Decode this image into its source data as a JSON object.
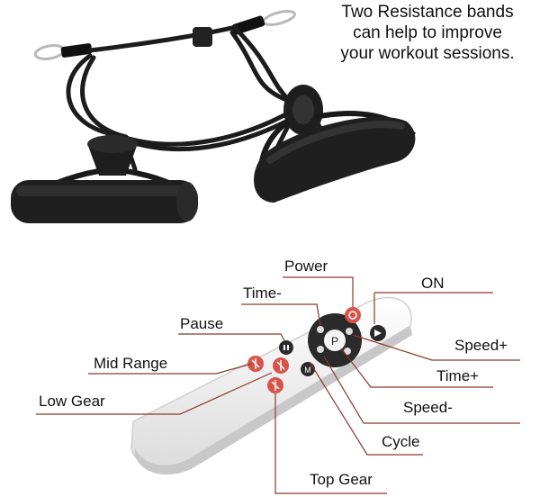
{
  "caption": {
    "line1": "Two Resistance bands",
    "line2": "can help to improve",
    "line3": "your workout sessions."
  },
  "labels": {
    "power": "Power",
    "on": "ON",
    "time_minus": "Time-",
    "pause": "Pause",
    "speed_plus": "Speed+",
    "mid_range": "Mid Range",
    "time_plus": "Time+",
    "low_gear": "Low Gear",
    "speed_minus": "Speed-",
    "cycle": "Cycle",
    "top_gear": "Top Gear"
  },
  "colors": {
    "accent": "#d9534a",
    "leader_line": "#8a3a2a",
    "band": "#1a1a1a",
    "remote": "#f2f2f2"
  }
}
